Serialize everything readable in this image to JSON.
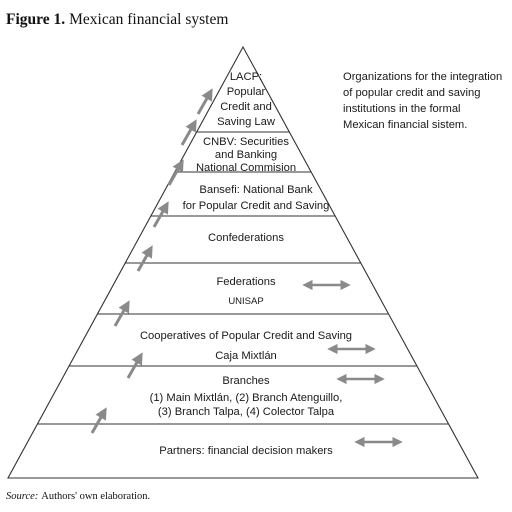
{
  "figure": {
    "number_label": "Figure 1.",
    "title": "Mexican financial system"
  },
  "note_lines": [
    "Organizations for the integration",
    "of popular credit and saving",
    "institutions in the formal",
    "Mexican financial sistem."
  ],
  "levels": [
    {
      "lines": [
        "LACP:",
        "Popular",
        "Credit and",
        "Saving Law"
      ]
    },
    {
      "lines": [
        "CNBV: Securities",
        "and Banking",
        "National Commision"
      ]
    },
    {
      "lines": [
        "Bansefi: National Bank",
        "for Popular Credit and Saving"
      ]
    },
    {
      "lines": [
        "Confederations"
      ]
    },
    {
      "lines": [
        "Federations"
      ],
      "sub": "UNISAP",
      "has_double_arrow": true
    },
    {
      "lines": [
        "Cooperatives of Popular Credit and Saving",
        "Caja Mixtlán"
      ],
      "has_double_arrow": true
    },
    {
      "lines": [
        "Branches",
        "(1) Main Mixtlán, (2) Branch Atenguillo,",
        "(3) Branch Talpa, (4) Colector Talpa"
      ],
      "has_double_arrow": true
    },
    {
      "lines": [
        "Partners: financial decision makers"
      ],
      "has_double_arrow": true
    }
  ],
  "arrow_color": "#8a8a8a",
  "line_color": "#333333",
  "source": {
    "label": "Source:",
    "text": "Authors' own elaboration."
  }
}
